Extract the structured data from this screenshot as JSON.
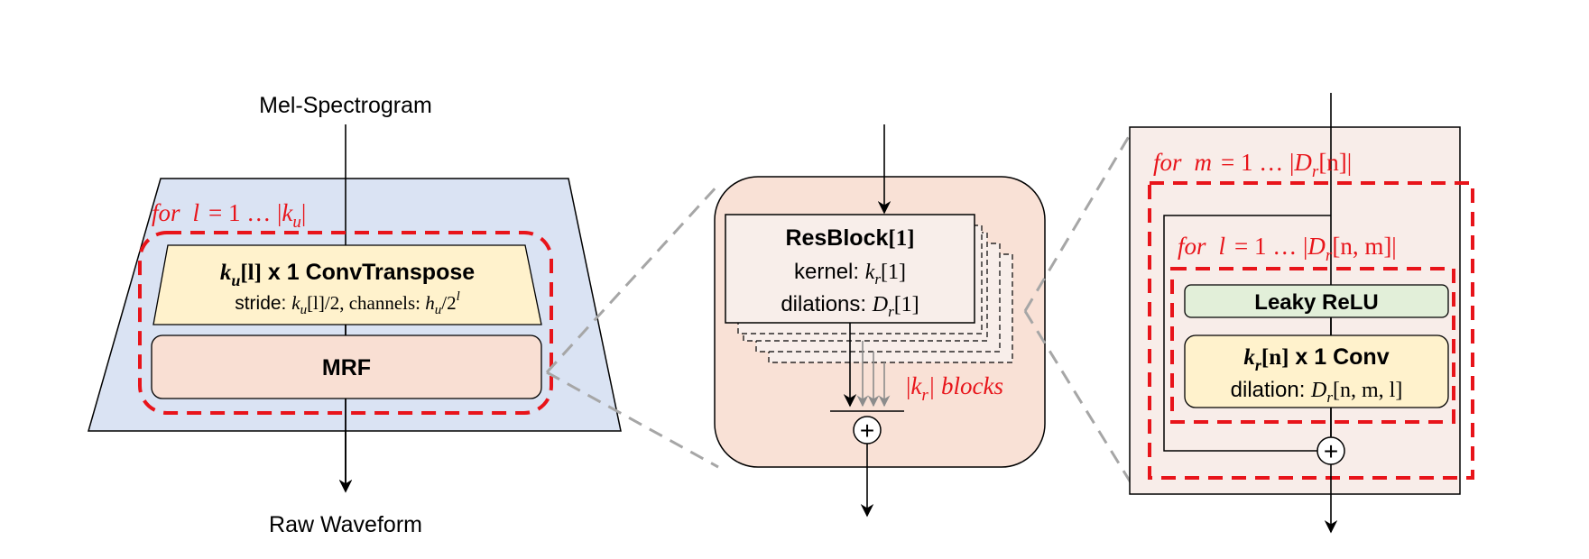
{
  "labels": {
    "input": "Mel-Spectrogram",
    "output": "Raw Waveform"
  },
  "left": {
    "loop_for": "for",
    "loop_var": "l",
    "loop_eq": "= 1 … |",
    "loop_k": "k",
    "loop_sub": "u",
    "loop_end": "|",
    "conv_title_k": "k",
    "conv_title_sub": "u",
    "conv_title_idx": "[l]",
    "conv_title_rest": " x 1  ConvTranspose",
    "stride_text": "stride: ",
    "stride_k": "k",
    "stride_sub": "u",
    "stride_rest": "[l]/2, channels: ",
    "ch_h": "h",
    "ch_sub": "u",
    "ch_rest": "/2",
    "ch_sup": "l",
    "mrf": "MRF"
  },
  "middle": {
    "resblock_title": "ResBlock",
    "resblock_idx": "[1]",
    "kernel_text": "kernel: ",
    "kernel_k": "k",
    "kernel_sub": "r",
    "kernel_idx": "[1]",
    "dilation_text": "dilations: ",
    "dilation_D": "D",
    "dilation_sub": "r",
    "dilation_idx": "[1]",
    "blocks_open": "|",
    "blocks_k": "k",
    "blocks_sub": "r",
    "blocks_close": "| blocks",
    "sum_symbol": "+"
  },
  "right": {
    "outer_for": "for",
    "outer_var": "m",
    "outer_eq": "= 1 … |",
    "outer_D": "D",
    "outer_sub": "r",
    "outer_idx": "[n]|",
    "inner_for": "for",
    "inner_var": "l",
    "inner_eq": "= 1 … |",
    "inner_D": "D",
    "inner_sub": "r",
    "inner_idx": "[n, m]|",
    "leaky": "Leaky ReLU",
    "conv_k": "k",
    "conv_sub": "r",
    "conv_idx": "[n]",
    "conv_rest": " x 1  Conv",
    "dil_text": "dilation: ",
    "dil_D": "D",
    "dil_sub": "r",
    "dil_idx": "[n, m, l]",
    "sum_symbol": "+"
  },
  "colors": {
    "loop_red": "#e8141a",
    "trapezoid_fill": "#dae3f3",
    "conv_fill": "#fff2cc",
    "mrf_fill": "#f9dfd3",
    "resblock_fill": "#f9e1d6",
    "resblock_card": "#f8eeea",
    "right_panel_fill": "#f8ede9",
    "leaky_fill": "#e2efd9",
    "right_conv_fill": "#fff2cc",
    "dash_gray": "#a6a6a6"
  }
}
